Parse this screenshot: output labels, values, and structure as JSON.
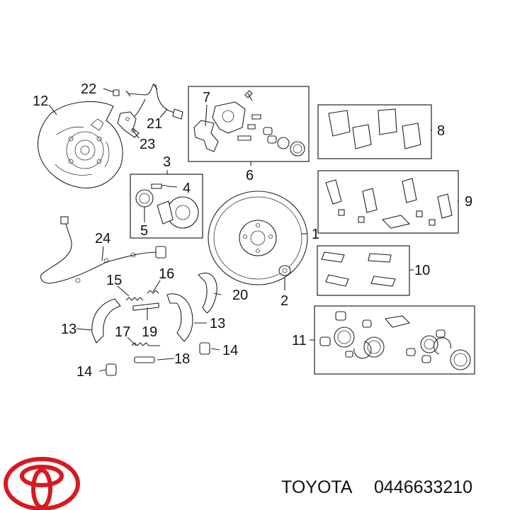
{
  "callouts": {
    "c1": "1",
    "c2": "2",
    "c4": "4",
    "c5": "5",
    "c6": "6",
    "c7": "7",
    "c8": "8",
    "c9": "9",
    "c10": "10",
    "c11": "11",
    "c12": "12",
    "c13a": "13",
    "c13b": "13",
    "c14a": "14",
    "c14b": "14",
    "c15": "15",
    "c16": "16",
    "c17": "17",
    "c18": "18",
    "c19": "19",
    "c20": "20",
    "c21": "21",
    "c22": "22",
    "c23": "23",
    "c24": "24",
    "c3": "3"
  },
  "brand": {
    "name": "TOYOTA",
    "part_number": "0446633210",
    "logo_icon": "toyota-logo-icon",
    "logo_color": "#d71920"
  }
}
